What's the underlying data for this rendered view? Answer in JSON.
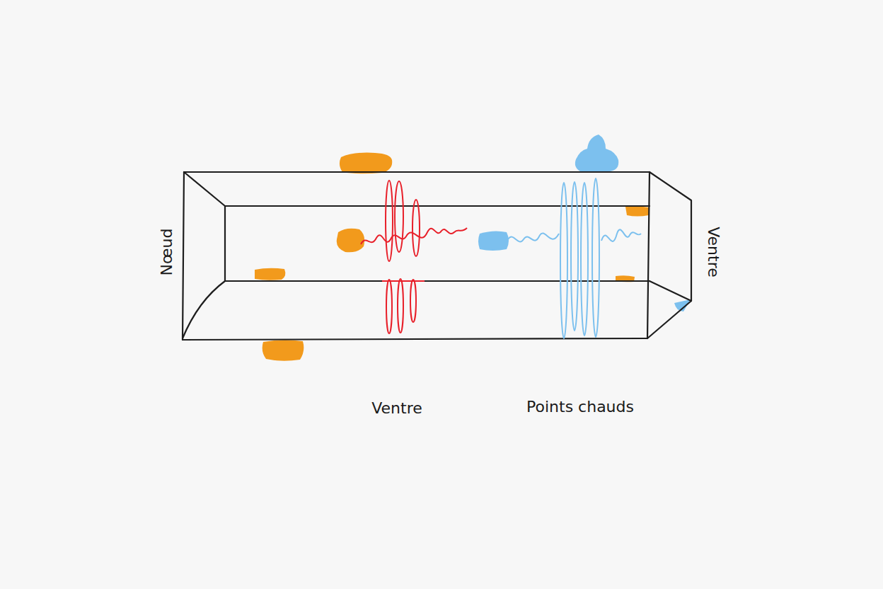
{
  "diagram": {
    "labels": [
      "Nœud",
      "Ventre",
      "Points chauds",
      "Ventre"
    ]
  }
}
